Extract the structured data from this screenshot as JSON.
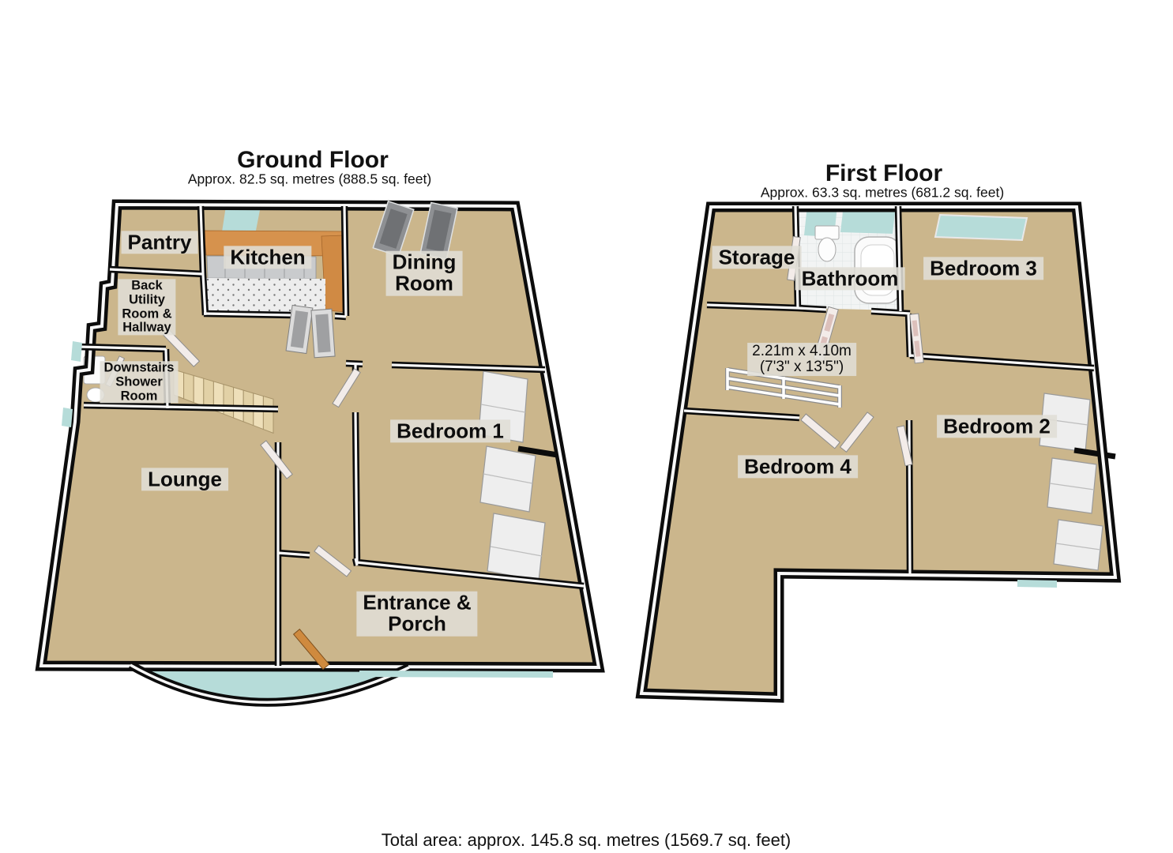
{
  "ground_floor": {
    "title": "Ground Floor",
    "area": "Approx. 82.5 sq. metres (888.5 sq. feet)",
    "rooms": {
      "pantry": "Pantry",
      "kitchen": "Kitchen",
      "dining_room": "Dining\nRoom",
      "back_utility": "Back\nUtility\nRoom &\nHallway",
      "downstairs_shower": "Downstairs\nShower\nRoom",
      "lounge": "Lounge",
      "bedroom1": "Bedroom 1",
      "entrance_porch": "Entrance &\nPorch"
    }
  },
  "first_floor": {
    "title": "First Floor",
    "area": "Approx. 63.3 sq. metres (681.2 sq. feet)",
    "rooms": {
      "storage": "Storage",
      "bathroom": "Bathroom",
      "bedroom3": "Bedroom 3",
      "bedroom2": "Bedroom 2",
      "bedroom4": "Bedroom 4",
      "landing_dimensions": "2.21m x 4.10m\n(7'3\" x 13'5\")"
    }
  },
  "footer": {
    "total_area": "Total area: approx. 145.8 sq. metres (1569.7 sq. feet)"
  },
  "colors": {
    "carpet": "#cbb68c",
    "wall_outline": "#0c0c0c",
    "wall_face": "#f8f8f8",
    "kitchen_wood": "#d6924d",
    "window_glass": "#b6dcd9",
    "label_background": "#e0ded6",
    "tile_floor": "#ededed"
  }
}
